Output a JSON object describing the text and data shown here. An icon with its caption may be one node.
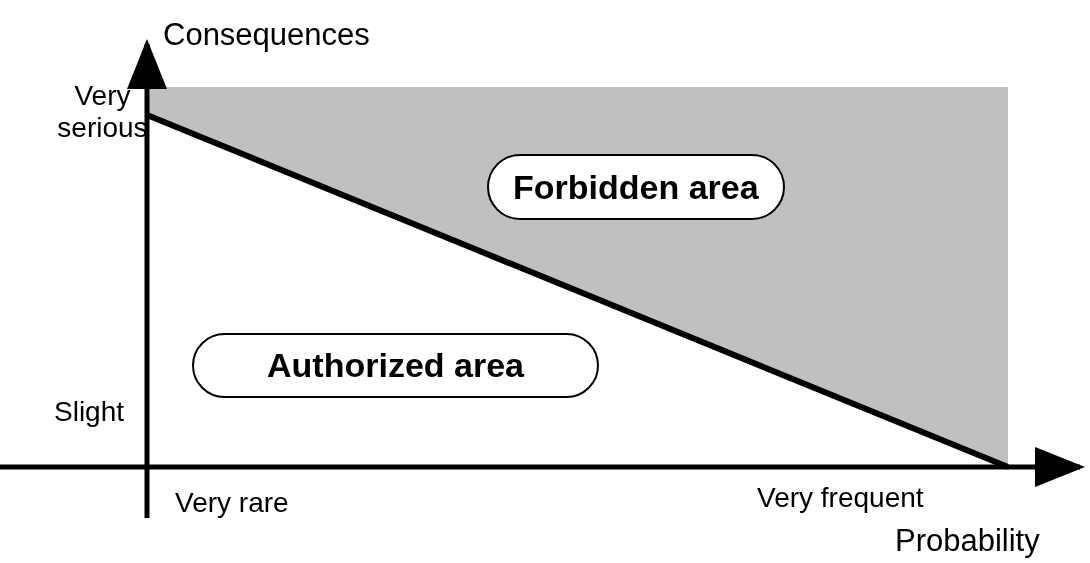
{
  "diagram": {
    "nodes": [
      {
        "text": [
          "Forbidden area"
        ]
      },
      {
        "text": [
          "Authorized area"
        ]
      }
    ],
    "labels": [
      "Consequences",
      "Very serious",
      "Slight",
      "Very rare",
      "Very frequent",
      "Probability"
    ]
  }
}
